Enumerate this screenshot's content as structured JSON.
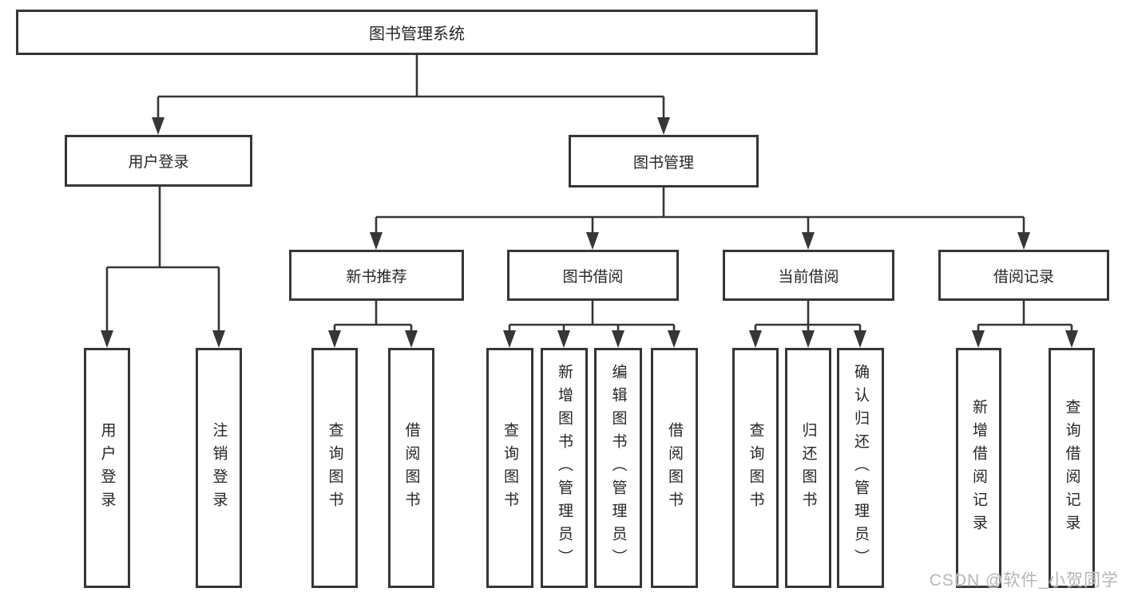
{
  "nodes": {
    "root": "图书管理系统",
    "user_login": "用户登录",
    "book_mgmt": "图书管理",
    "new_book_rec": "新书推荐",
    "book_borrow": "图书借阅",
    "current_borrow": "当前借阅",
    "borrow_record": "借阅记录",
    "leaf_user_login": "用户登录",
    "leaf_logout": "注销登录",
    "nb_query": "查询图书",
    "nb_borrow": "借阅图书",
    "bb_query": "查询图书",
    "bb_add": "新增图书（管理员）",
    "bb_edit": "编辑图书（管理员）",
    "bb_borrow": "借阅图书",
    "cb_query": "查询图书",
    "cb_return": "归还图书",
    "cb_confirm": "确认归还（管理员）",
    "br_add": "新增借阅记录",
    "br_query": "查询借阅记录"
  },
  "watermark": {
    "text": "CSDN @软件_小贺同学"
  },
  "colors": {
    "line": "#363636",
    "box_border": "#363636",
    "text": "#262626",
    "watermark": "#b6b6b6",
    "background": "#ffffff"
  }
}
